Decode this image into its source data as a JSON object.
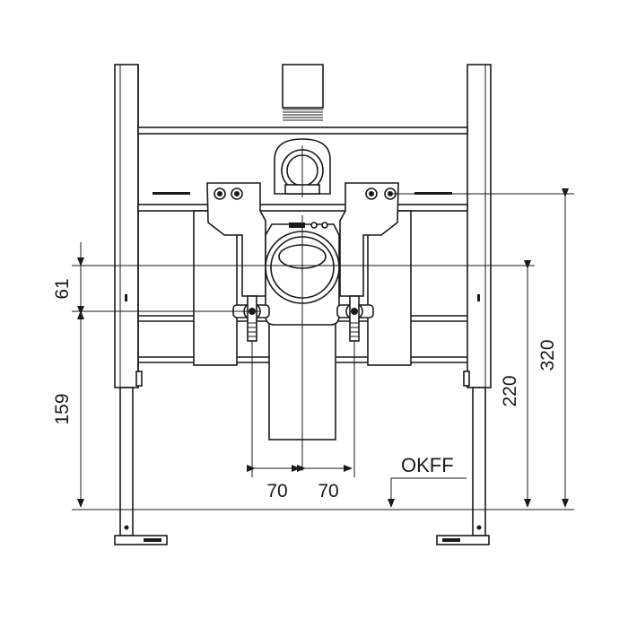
{
  "dimensions": {
    "d61": "61",
    "d159": "159",
    "d220": "220",
    "d320": "320",
    "d70_left": "70",
    "d70_right": "70"
  },
  "floor_label": "OKFF"
}
